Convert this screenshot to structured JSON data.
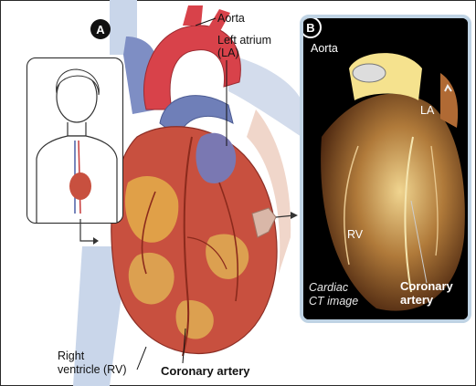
{
  "panel_a": {
    "badge": "A",
    "labels": {
      "aorta": "Aorta",
      "left_atrium_line1": "Left atrium",
      "left_atrium_line2": "(LA)",
      "right_ventricle_line1": "Right",
      "right_ventricle_line2": "ventricle (RV)",
      "coronary_artery": "Coronary artery"
    }
  },
  "panel_b": {
    "badge": "B",
    "labels": {
      "aorta": "Aorta",
      "la": "LA",
      "rv": "RV",
      "cardiac_line1": "Cardiac",
      "cardiac_line2": "CT image",
      "coronary_line1": "Coronary",
      "coronary_line2": "artery"
    }
  },
  "colors": {
    "heart_muscle": "#c8503f",
    "aorta_red": "#d8424a",
    "vein_blue": "#6f7fb8",
    "fat_yellow": "#e0a048",
    "ct_background": "#000000",
    "panel_b_border": "#bfd3e4"
  }
}
